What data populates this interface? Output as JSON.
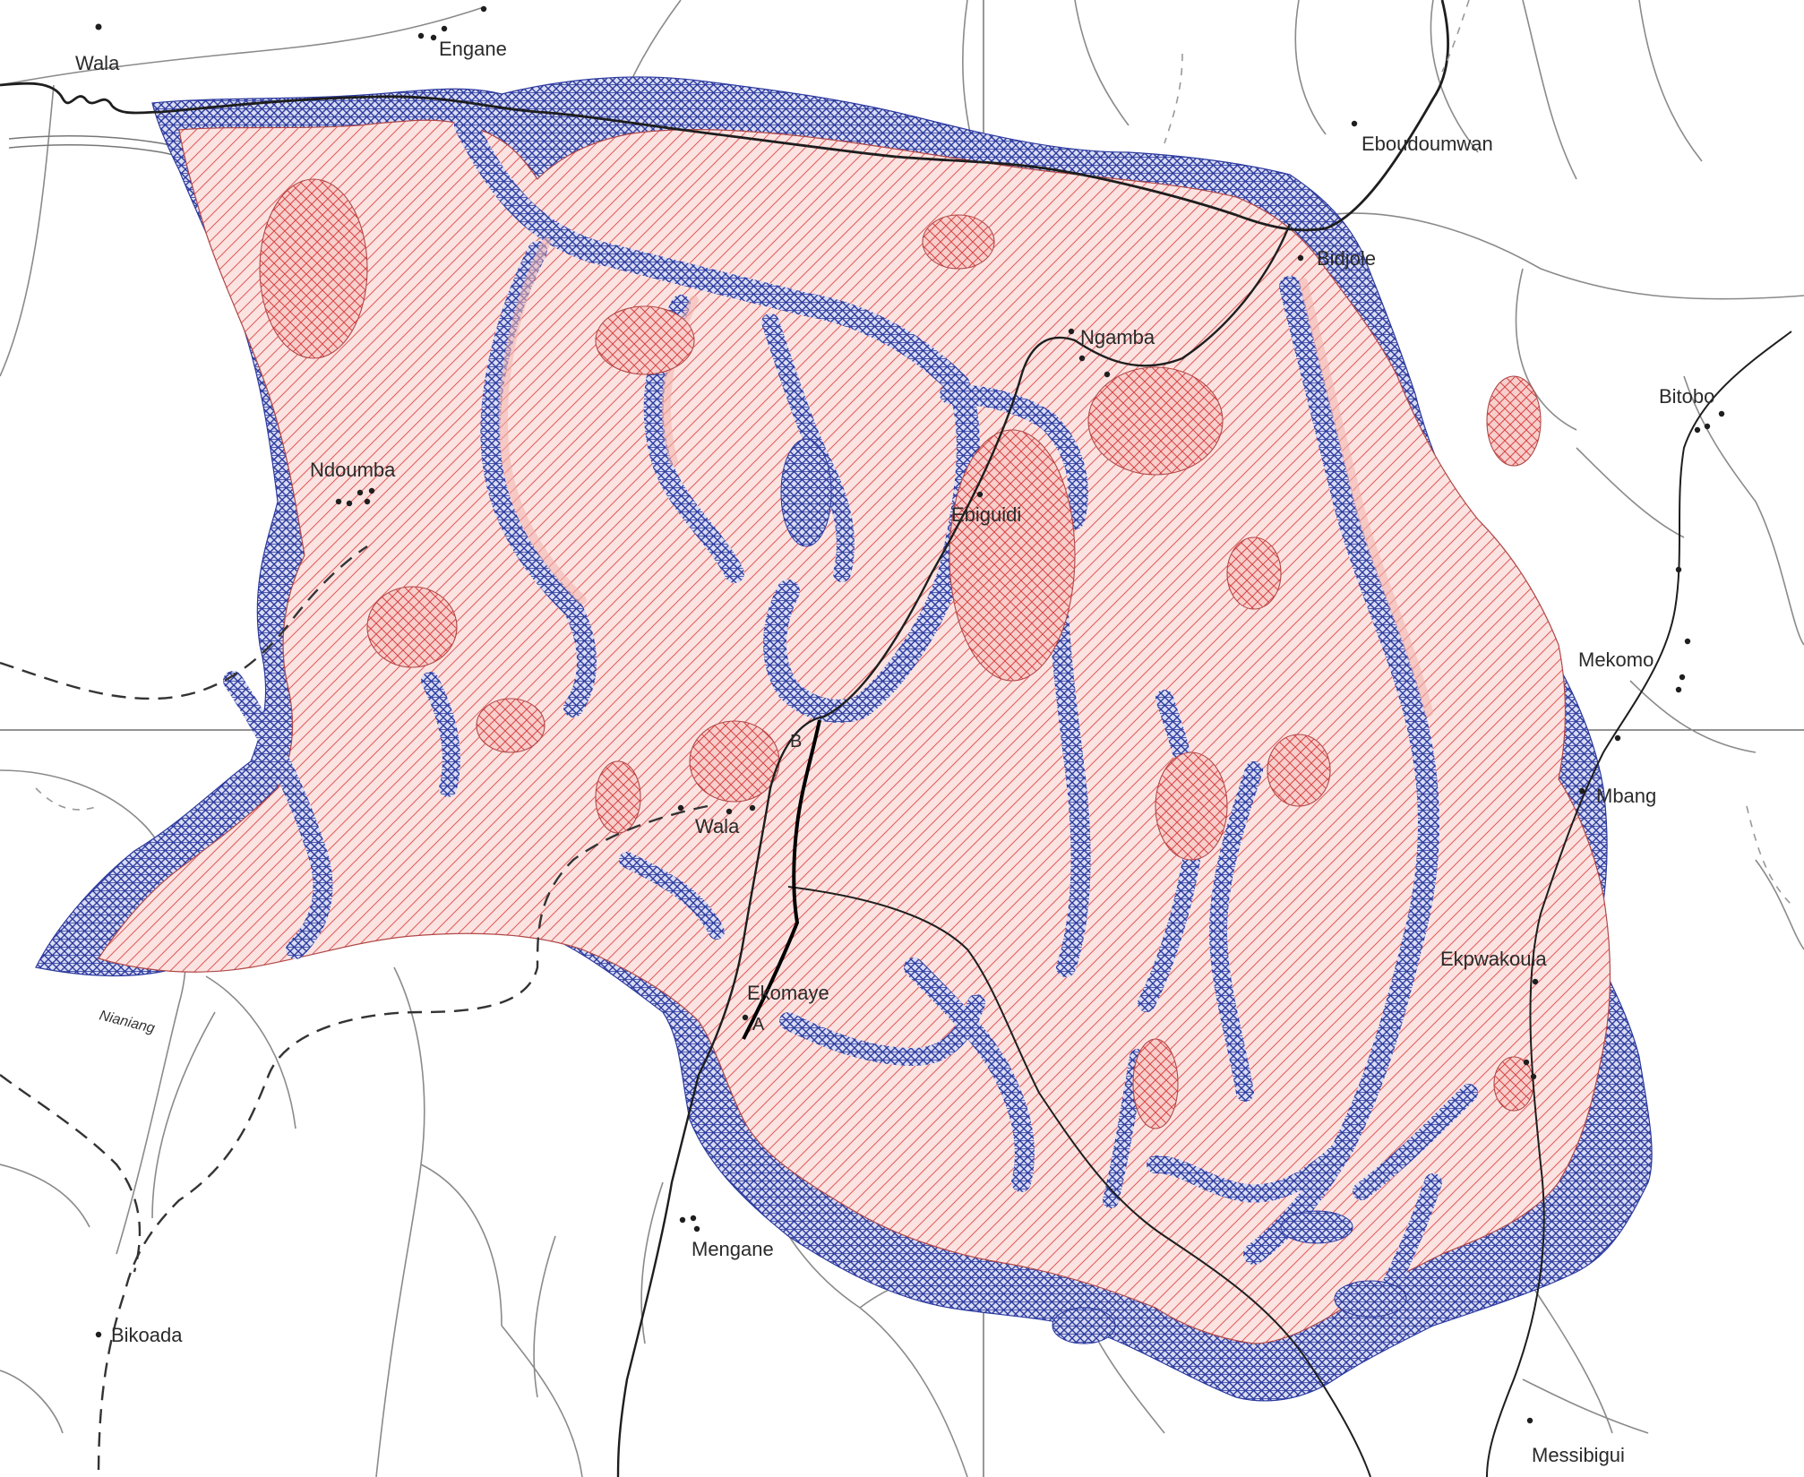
{
  "map": {
    "colors": {
      "paper": "#ffffff",
      "border_zone_fill": "#d9dcf3",
      "border_zone_hatch": "#2c3a9e",
      "pink_zone_fill": "#fbe3e1",
      "pink_zone_hatch": "#e05a5a",
      "stream_line": "#8a8a8a",
      "road_line": "#1e1e1e",
      "dashed_track": "#333333"
    },
    "places": [
      {
        "id": "wala-north",
        "label": "Wala"
      },
      {
        "id": "engane",
        "label": "Engane"
      },
      {
        "id": "eboudoumwan",
        "label": "Eboudoumwan"
      },
      {
        "id": "bidjole",
        "label": "Bidjole"
      },
      {
        "id": "ngamba",
        "label": "Ngamba"
      },
      {
        "id": "bitobo",
        "label": "Bitobo"
      },
      {
        "id": "ndoumba",
        "label": "Ndoumba"
      },
      {
        "id": "ebiguidi",
        "label": "Ebiguidi"
      },
      {
        "id": "mekomo",
        "label": "Mekomo"
      },
      {
        "id": "mbang",
        "label": "Mbang"
      },
      {
        "id": "wala-center",
        "label": "Wala"
      },
      {
        "id": "ekomaye",
        "label": "Ekomaye"
      },
      {
        "id": "ekpwakoula",
        "label": "Ekpwakoula"
      },
      {
        "id": "mengane",
        "label": "Mengane"
      },
      {
        "id": "bikoada",
        "label": "Bikoada"
      },
      {
        "id": "messibigui",
        "label": "Messibigui"
      }
    ],
    "rivers": [
      {
        "id": "nianiang",
        "label": "Nianiang"
      }
    ],
    "section_points": [
      {
        "id": "point-a",
        "label": "A"
      },
      {
        "id": "point-b",
        "label": "B"
      }
    ]
  }
}
